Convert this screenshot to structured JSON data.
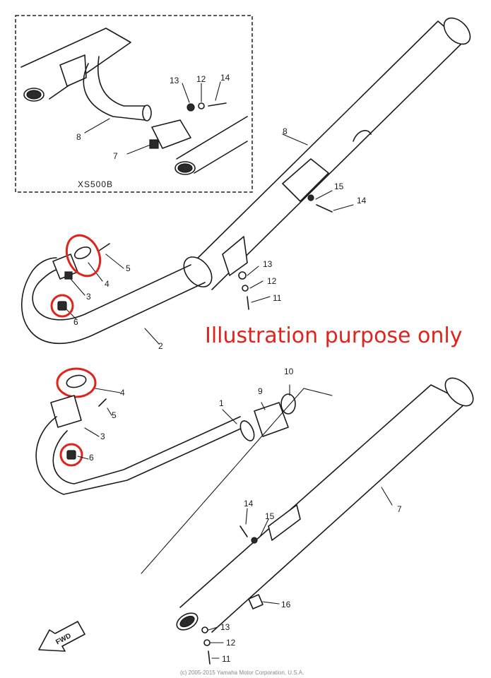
{
  "inset": {
    "label": "XS500B"
  },
  "notice": "Illustration purpose only",
  "copyright": "(c) 2005-2015 Yamaha Motor Corporation, U.S.A.",
  "fwd_marker": "FWD",
  "callouts": {
    "inset": [
      "13",
      "12",
      "14",
      "8",
      "7"
    ],
    "upper": [
      "8",
      "15",
      "14",
      "5",
      "4",
      "3",
      "6",
      "13",
      "12",
      "11",
      "2"
    ],
    "lower": [
      "4",
      "5",
      "3",
      "6",
      "10",
      "9",
      "1",
      "7",
      "14",
      "15",
      "16",
      "13",
      "12",
      "11"
    ]
  },
  "colors": {
    "highlight": "#e0231b",
    "ink": "#1a1a1a"
  }
}
